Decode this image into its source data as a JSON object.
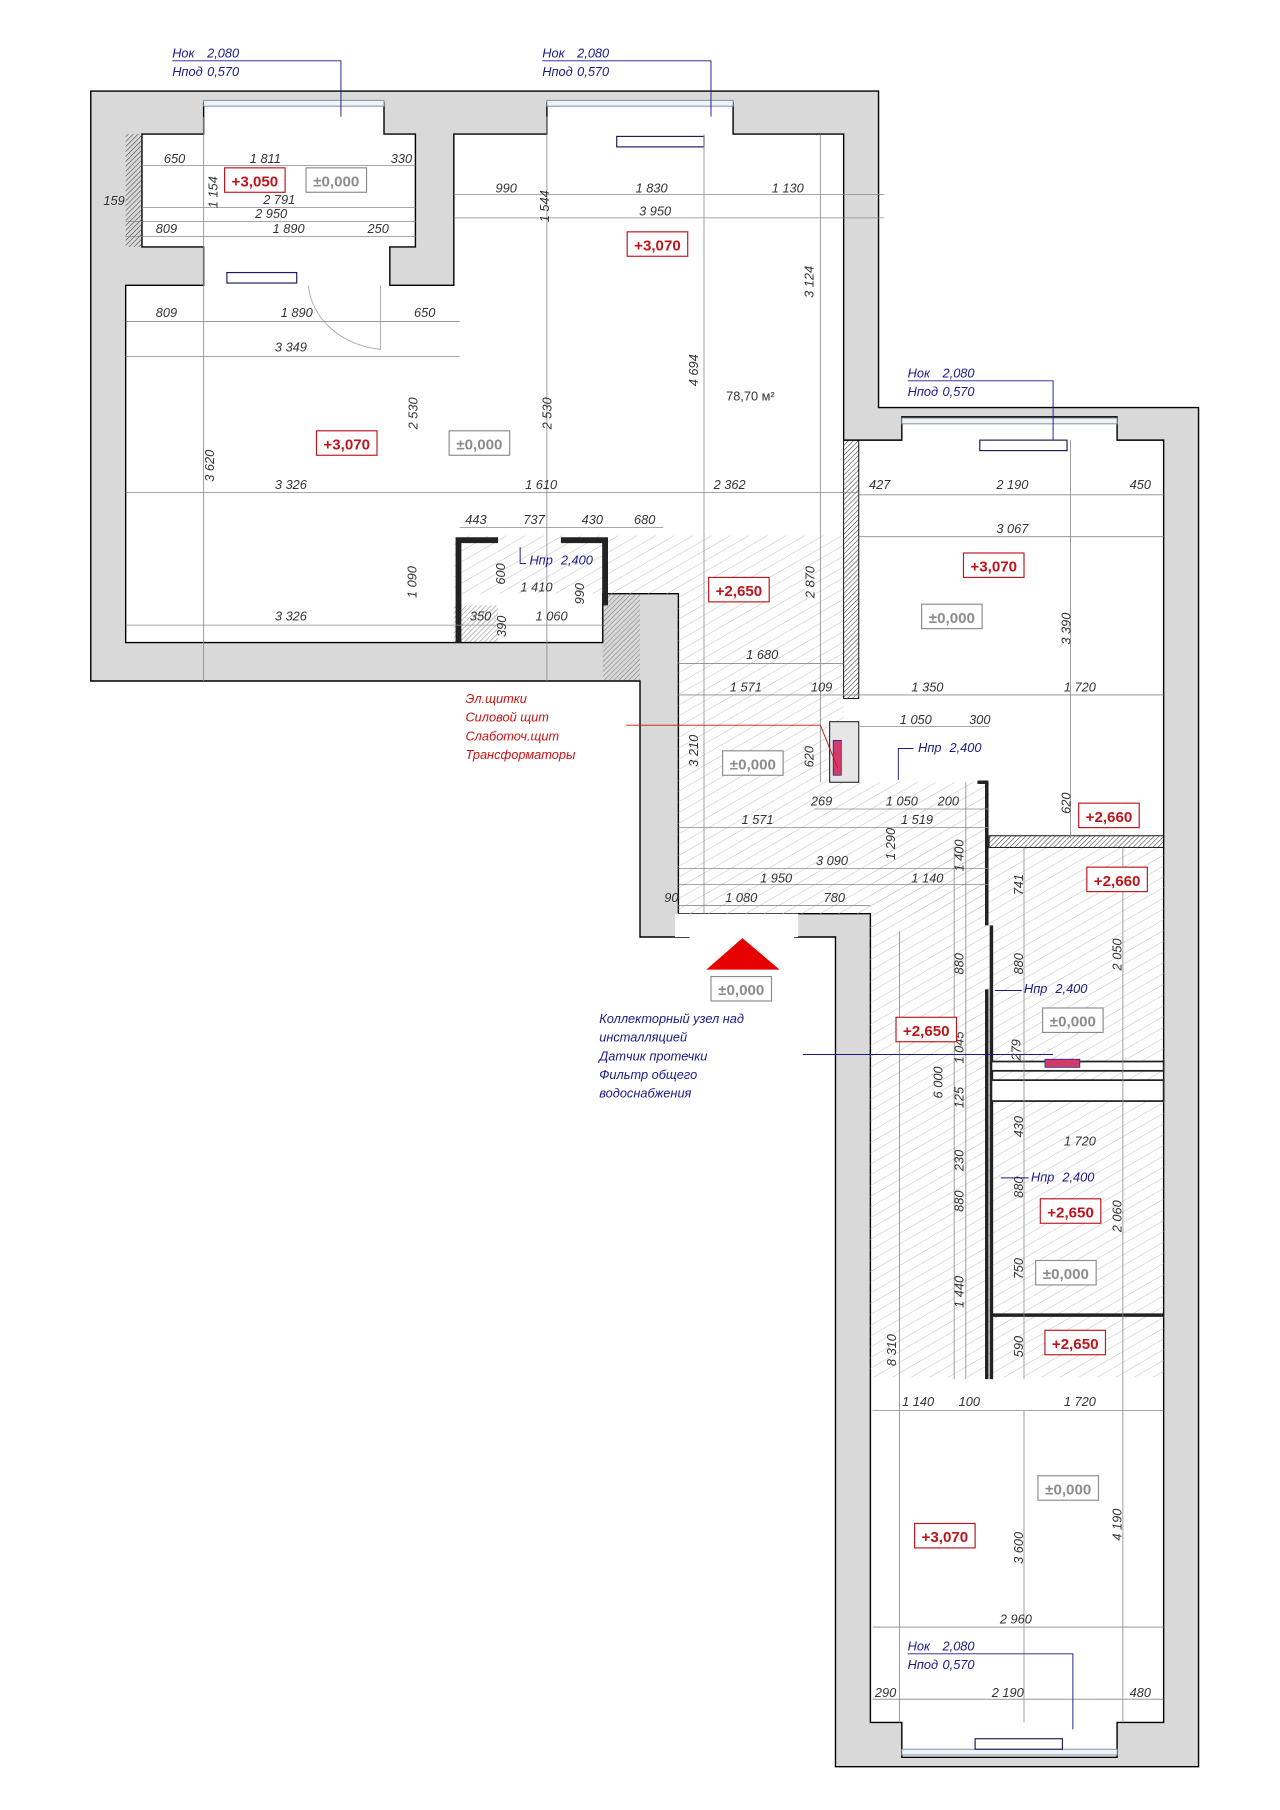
{
  "window_notes": [
    {
      "h_ok": "2,080",
      "h_pod": "0,570"
    },
    {
      "h_ok": "2,080",
      "h_pod": "0,570"
    },
    {
      "h_ok": "2,080",
      "h_pod": "0,570"
    },
    {
      "h_ok": "2,080",
      "h_pod": "0,570"
    }
  ],
  "labels": {
    "h_ok": "Hок",
    "h_pod": "Hпод",
    "h_pr": "Hпр"
  },
  "door_heights": [
    "2,400",
    "2,400",
    "2,400",
    "2,400"
  ],
  "area": "78,70 м²",
  "levels": [
    {
      "text": "+3,050",
      "kind": "red"
    },
    {
      "text": "±0,000",
      "kind": "gray"
    },
    {
      "text": "+3,070",
      "kind": "red"
    },
    {
      "text": "+3,070",
      "kind": "red"
    },
    {
      "text": "±0,000",
      "kind": "gray"
    },
    {
      "text": "+2,650",
      "kind": "red"
    },
    {
      "text": "+3,070",
      "kind": "red"
    },
    {
      "text": "±0,000",
      "kind": "gray"
    },
    {
      "text": "±0,000",
      "kind": "gray"
    },
    {
      "text": "+2,660",
      "kind": "red"
    },
    {
      "text": "+2,660",
      "kind": "red"
    },
    {
      "text": "±0,000",
      "kind": "gray"
    },
    {
      "text": "+2,650",
      "kind": "red"
    },
    {
      "text": "±0,000",
      "kind": "gray"
    },
    {
      "text": "+2,650",
      "kind": "red"
    },
    {
      "text": "±0,000",
      "kind": "gray"
    },
    {
      "text": "+2,650",
      "kind": "red"
    },
    {
      "text": "±0,000",
      "kind": "gray"
    },
    {
      "text": "+3,070",
      "kind": "red"
    }
  ],
  "dimensions": [
    "650",
    "1 811",
    "330",
    "1 154",
    "159",
    "2 791",
    "2 950",
    "809",
    "1 890",
    "250",
    "809",
    "1 890",
    "650",
    "3 349",
    "990",
    "1 830",
    "1 130",
    "1 544",
    "3 950",
    "3 124",
    "4 694",
    "2 530",
    "2 530",
    "3 620",
    "3 326",
    "1 610",
    "2 362",
    "443",
    "737",
    "430",
    "680",
    "600",
    "1 410",
    "990",
    "1 090",
    "3 326",
    "350",
    "390",
    "1 060",
    "2 870",
    "1 680",
    "1 571",
    "109",
    "3 210",
    "620",
    "269",
    "1 050",
    "200",
    "1 571",
    "1 519",
    "1 290",
    "1 400",
    "3 090",
    "1 950",
    "1 140",
    "90",
    "1 080",
    "780",
    "427",
    "2 190",
    "450",
    "3 067",
    "3 390",
    "1 350",
    "1 720",
    "1 050",
    "300",
    "620",
    "741",
    "2 050",
    "880",
    "880",
    "1 045",
    "279",
    "6 000",
    "125",
    "430",
    "1 720",
    "230",
    "880",
    "880",
    "2 060",
    "750",
    "1 440",
    "8 310",
    "590",
    "1 140",
    "100",
    "1 720",
    "3 600",
    "4 190",
    "2 960",
    "290",
    "2 190",
    "480"
  ],
  "electrical_note": [
    "Эл.щитки",
    "Силовой щит",
    "Слаботоч.щит",
    "Трансформаторы"
  ],
  "plumbing_note": [
    "Коллекторный узел над",
    "инсталляцией",
    "Датчик протечки",
    "Фильтр общего",
    "водоснабжения"
  ],
  "colors": {
    "wall": "#d9d9d9",
    "level_red": "#c0141c",
    "level_gray": "#8c8c8c",
    "note_blue": "#1a1a8c",
    "note_red": "#d01010",
    "entrance": "#e60000"
  }
}
